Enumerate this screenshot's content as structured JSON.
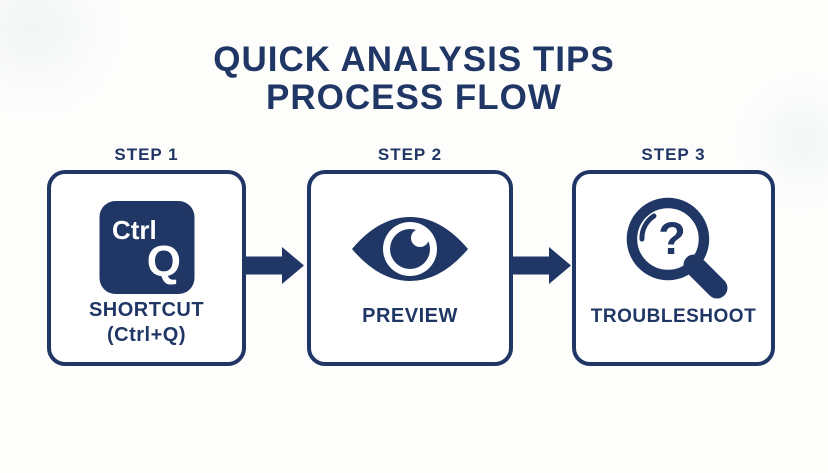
{
  "title": {
    "line1": "QUICK ANALYSIS TIPS",
    "line2": "PROCESS FLOW"
  },
  "steps": [
    {
      "step_label": "STEP 1",
      "name": "SHORTCUT",
      "subtitle": "(Ctrl+Q)",
      "icon": "ctrl-q-keycap-icon",
      "key": {
        "top": "Ctrl",
        "bottom": "Q"
      }
    },
    {
      "step_label": "STEP 2",
      "name": "PREVIEW",
      "icon": "eye-icon"
    },
    {
      "step_label": "STEP 3",
      "name": "TROUBLESHOOT",
      "icon": "magnifier-question-icon",
      "question_mark": "?"
    }
  ],
  "arrows": [
    {
      "from": "step-1",
      "to": "step-2",
      "direction": "right"
    },
    {
      "from": "step-2",
      "to": "step-3",
      "direction": "right"
    }
  ],
  "colors": {
    "navy": "#203766",
    "background": "#fdfdfc",
    "box_background": "#ffffff",
    "icon_text": "#ffffff"
  }
}
